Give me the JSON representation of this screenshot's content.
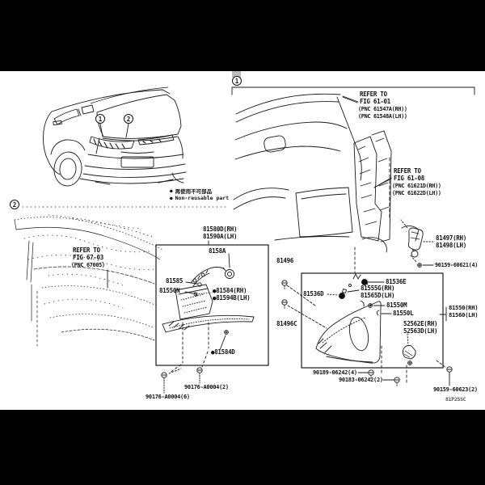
{
  "figure": {
    "legend": {
      "bullet": "●",
      "jp": "再使用不可部品",
      "en": "Non-reusable part"
    },
    "callouts": {
      "one": "1",
      "two": "2"
    },
    "footer_code": "81P25SC"
  },
  "refer": {
    "quarter_upper": {
      "line1": "REFER TO",
      "line2": "FIG 61-01",
      "line3": "(PNC 61547A(RH))",
      "line4": "(PNC 61548A(LH))"
    },
    "quarter_lower": {
      "line1": "REFER TO",
      "line2": "FIG 61-08",
      "line3": "(PNC 61621D(RH))",
      "line4": "(PNC 61622D(LH))"
    },
    "backdoor": {
      "line1": "REFER TO",
      "line2": "FIG 67-03",
      "line3": "(PNC 67005)"
    }
  },
  "box1": {
    "title_rh": "81580D(RH)",
    "title_lh": "81590A(LH)",
    "bulb": "8158A",
    "socket": "81585",
    "clip": "81550N",
    "body_rh": "●81584(RH)",
    "body_lh": "●81594B(LH)",
    "lens": "●81584D",
    "screw_2": "90176-A0004(2)",
    "screw_6": "90176-A0004(6)"
  },
  "box2": {
    "bolt_a": "81496",
    "bolt_b": "81496C",
    "grommet_d": "81536D",
    "grommet_e": "81536E",
    "socket_rh": "81555G(RH)",
    "socket_lh": "81565D(LH)",
    "part_m": "81550M",
    "part_l": "81550L",
    "retainer_rh": "52562E(RH)",
    "retainer_lh": "52563D(LH)",
    "assy_rh": "81550(RH)",
    "assy_lh": "81560(LH)",
    "screw_a": "90189-06242(4)",
    "screw_b": "90183-06242(2)",
    "screw_c": "90159-60623(2)"
  },
  "socket497": {
    "rh": "81497(RH)",
    "lh": "81498(LH)",
    "screw": "90159-60621(4)"
  }
}
